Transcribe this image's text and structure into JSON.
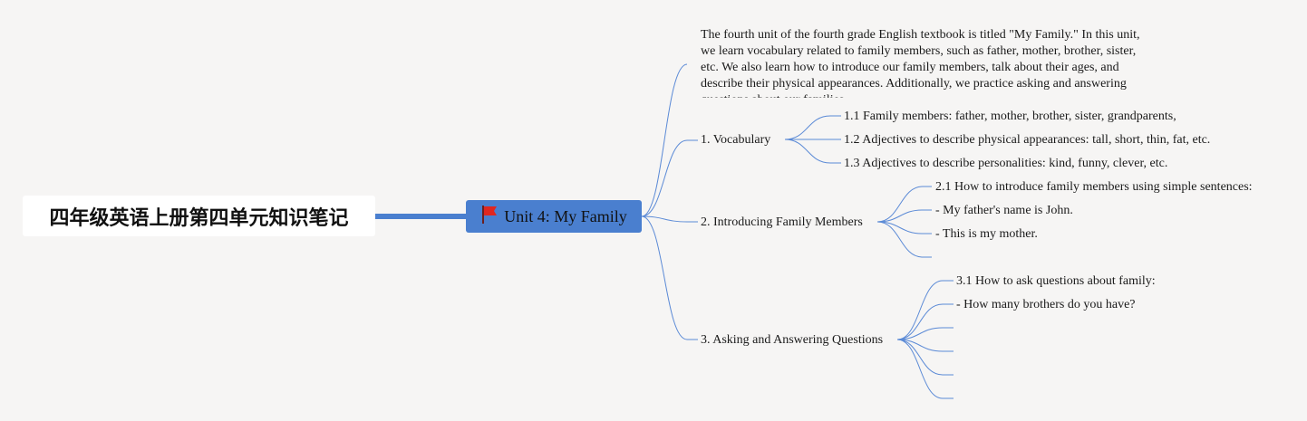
{
  "root": {
    "title": "四年级英语上册第四单元知识笔记"
  },
  "center": {
    "title": "Unit 4: My Family",
    "icon": "red-flag-icon"
  },
  "summary": {
    "text": "The fourth unit of the fourth grade English textbook is titled \"My Family.\" In this unit, we learn vocabulary related to family members, such as father, mother, brother, sister, etc. We also learn how to introduce our family members, talk about their ages, and describe their physical appearances. Additionally, we practice asking and answering questions about our families."
  },
  "branches": [
    {
      "label": "1. Vocabulary",
      "children": [
        "1.1 Family members: father, mother, brother, sister, grandparents,",
        "1.2 Adjectives to describe physical appearances: tall, short, thin, fat, etc.",
        "1.3 Adjectives to describe personalities: kind, funny, clever, etc."
      ]
    },
    {
      "label": "2. Introducing Family Members",
      "children": [
        "2.1 How to introduce family members using simple sentences:",
        "- My father's name is John.",
        "- This is my mother.",
        ""
      ]
    },
    {
      "label": "3. Asking and Answering Questions",
      "children": [
        "3.1 How to ask questions about family:",
        "- How many brothers do you have?",
        "",
        "",
        "",
        ""
      ]
    }
  ],
  "colors": {
    "line": "#5b8ad6",
    "center_fill": "#4a7fcf",
    "root_fill": "#ffffff",
    "background": "#f6f5f4"
  }
}
